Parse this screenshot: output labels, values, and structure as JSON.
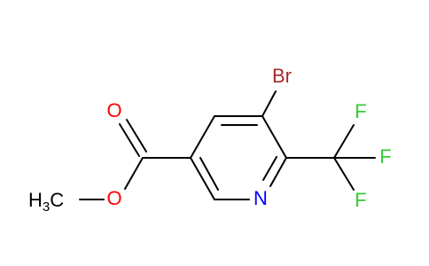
{
  "molecule": {
    "atoms": {
      "bromine": "Br",
      "ring_nitrogen": "N",
      "fluorine_top": "F",
      "fluorine_right": "F",
      "fluorine_bottom": "F",
      "carbonyl_oxygen": "O",
      "ester_oxygen": "O",
      "methyl_main": "H",
      "methyl_subscript": "3",
      "methyl_carbon": "C"
    },
    "colors": {
      "carbon_bonds": "#000000",
      "oxygen": "#ff0000",
      "nitrogen": "#0000ff",
      "fluorine": "#33cc33",
      "bromine": "#a62929"
    }
  }
}
